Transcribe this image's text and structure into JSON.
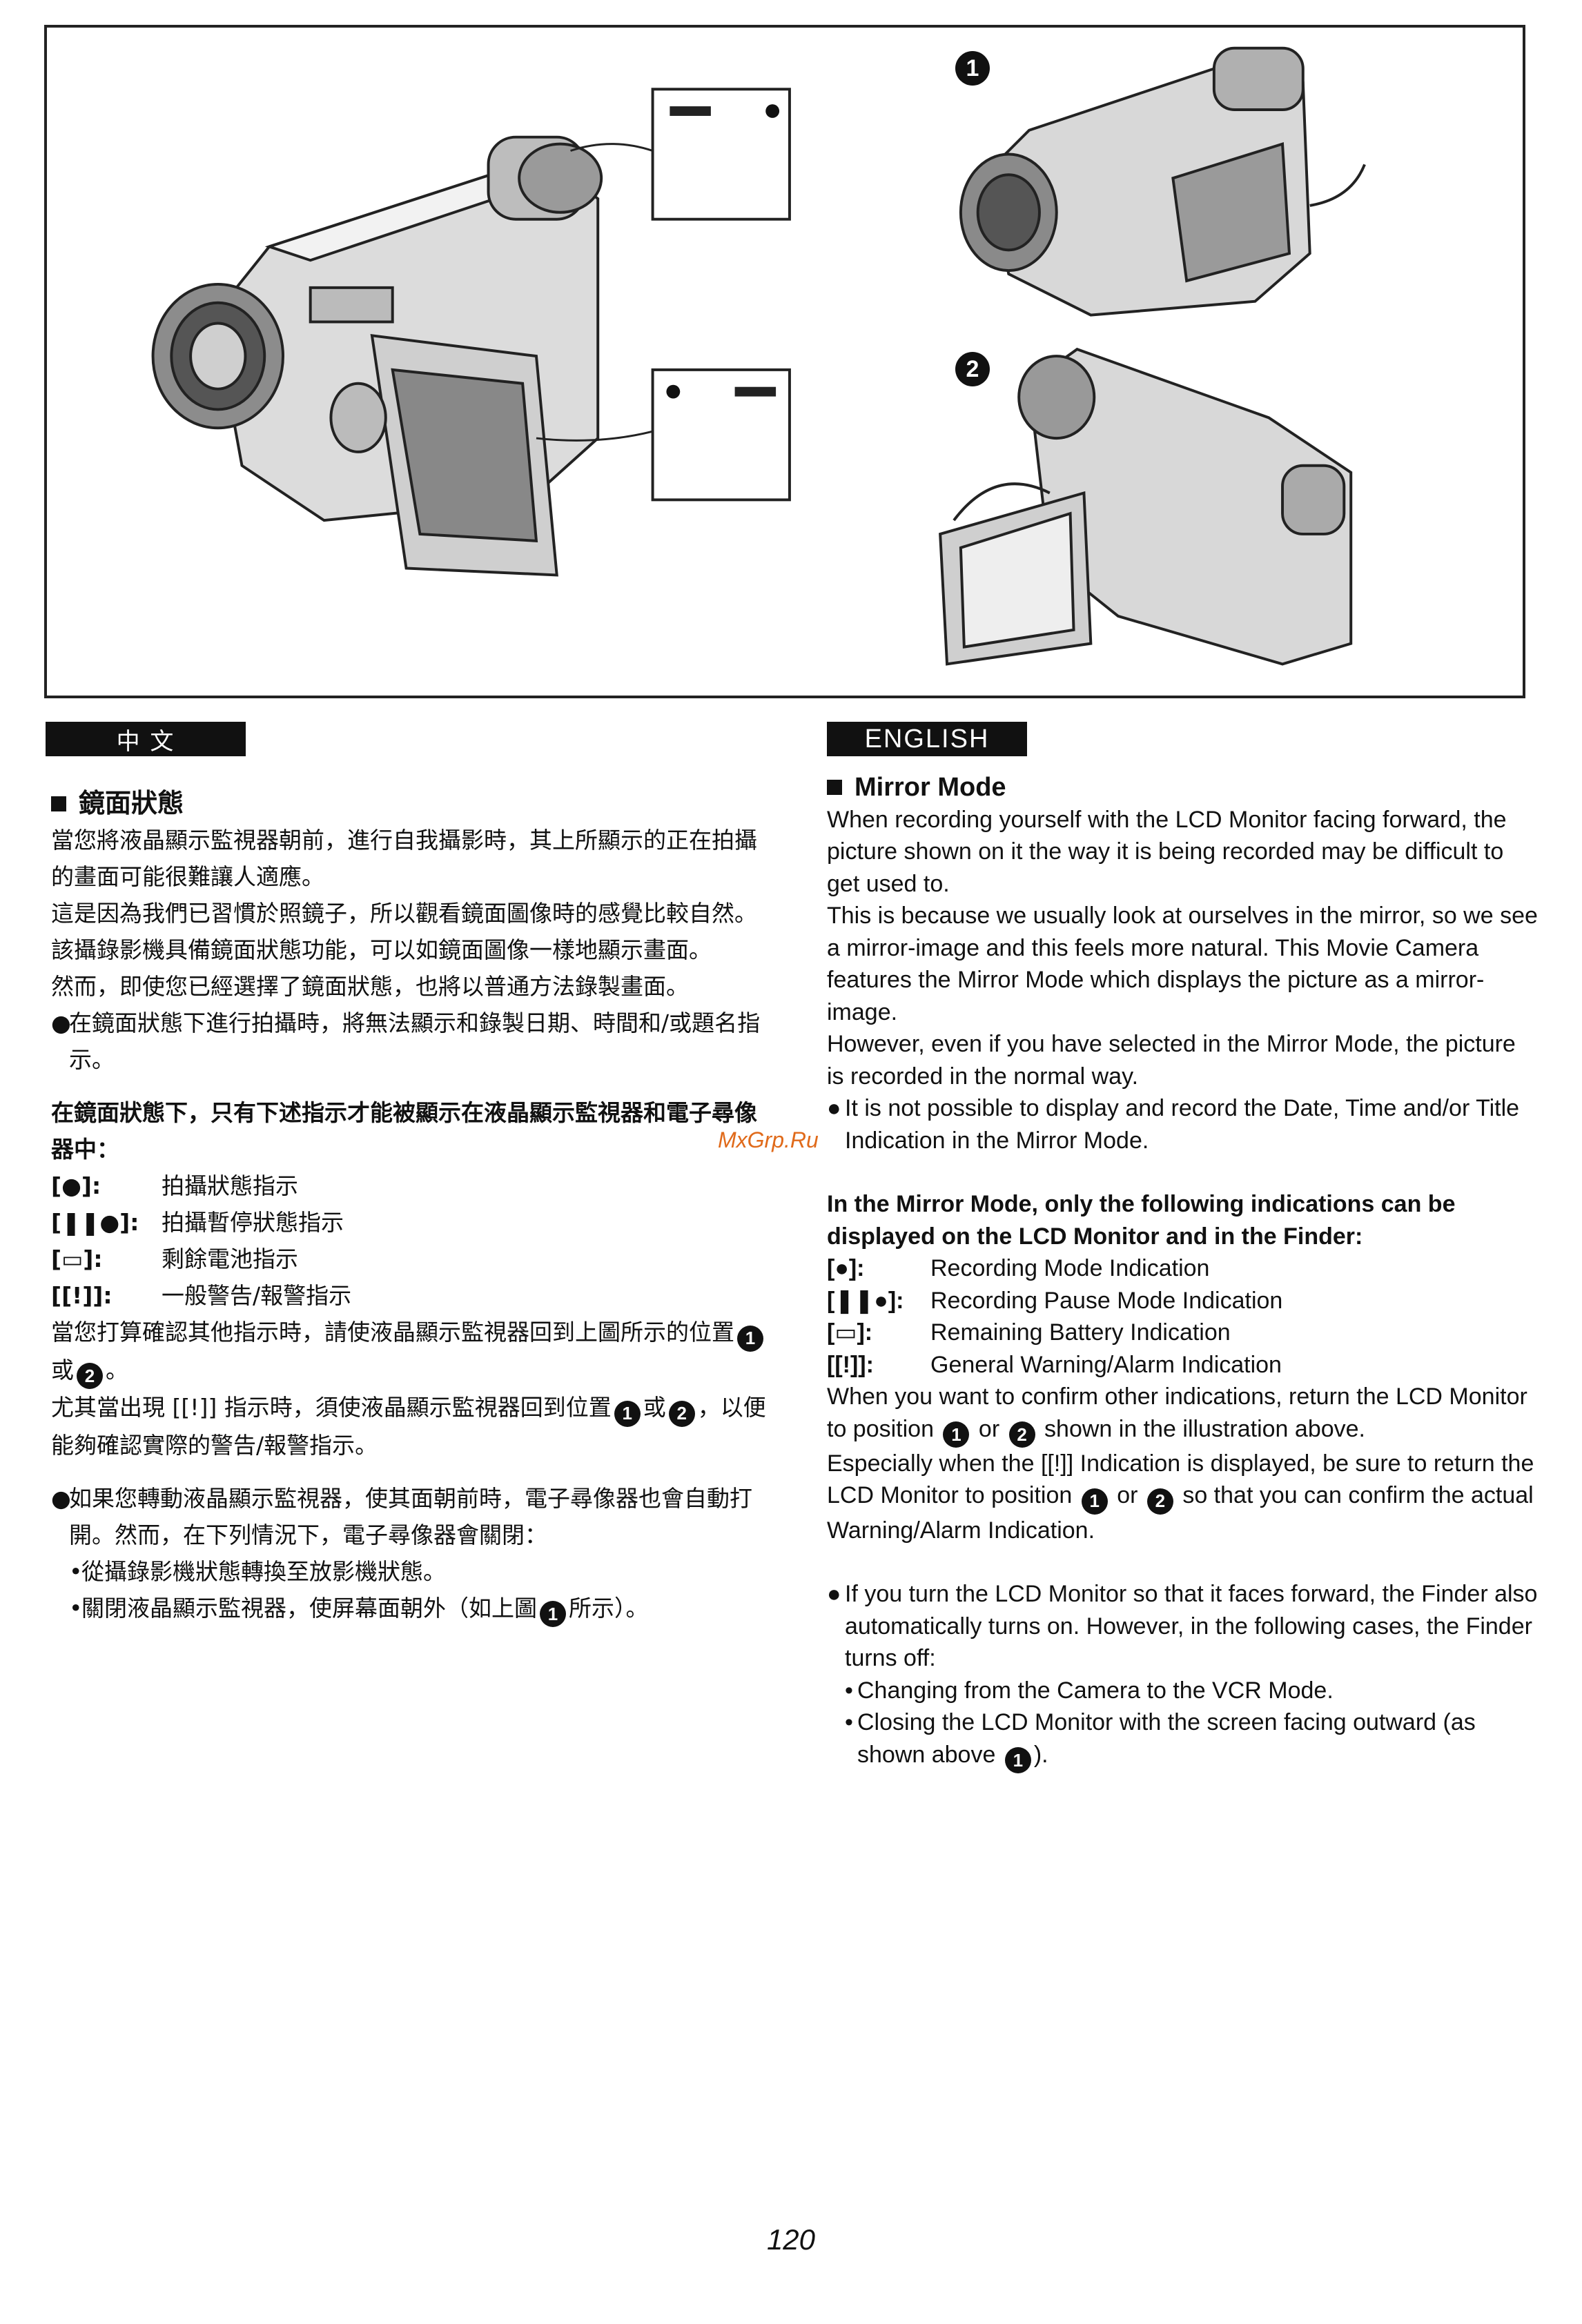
{
  "figure": {
    "position_labels": [
      "1",
      "2"
    ]
  },
  "chinese": {
    "tab_label": "中 文",
    "heading": "鏡面狀態",
    "paragraphs": [
      "當您將液晶顯示監視器朝前，進行自我攝影時，其上所顯示的正在拍攝的畫面可能很難讓人適應。",
      "這是因為我們已習慣於照鏡子，所以觀看鏡面圖像時的感覺比較自然。該攝錄影機具備鏡面狀態功能，可以如鏡面圖像一樣地顯示畫面。",
      "然而，即使您已經選擇了鏡面狀態，也將以普通方法錄製畫面。"
    ],
    "bullet_1": "在鏡面狀態下進行拍攝時，將無法顯示和錄製日期、時間和/或題名指示。",
    "bold_intro": "在鏡面狀態下，只有下述指示才能被顯示在液晶顯示監視器和電子尋像器中：",
    "indications": [
      {
        "key": "[●]:",
        "label": "拍攝狀態指示"
      },
      {
        "key": "[❚❚●]:",
        "label": "拍攝暫停狀態指示"
      },
      {
        "key": "[▭]:",
        "label": "剩餘電池指示"
      },
      {
        "key": "[[!]]:",
        "label": "一般警告/報警指示"
      }
    ],
    "confirm_a": "當您打算確認其他指示時，請使液晶顯示監視器回到上圖所示的位置",
    "confirm_or": "或",
    "confirm_end": "。",
    "warning_a": "尤其當出現 [[!]] 指示時，須使液晶顯示監視器回到位置",
    "warning_or": "或",
    "warning_b": "，以便能夠確認實際的警告/報警指示。",
    "bullet_2": "如果您轉動液晶顯示監視器，使其面朝前時，電子尋像器也會自動打開。然而，在下列情況下，電子尋像器會關閉：",
    "sub_1": "從攝錄影機狀態轉換至放影機狀態。",
    "sub_2a": "關閉液晶顯示監視器，使屏幕面朝外（如上圖",
    "sub_2b": "所示）。"
  },
  "english": {
    "tab_label": "ENGLISH",
    "heading": "Mirror Mode",
    "paragraphs": [
      "When recording yourself with the LCD Monitor facing forward, the picture shown on it the way it is being recorded may be difficult to get used to.",
      "This is because we usually look at ourselves in the mirror, so we see a mirror-image and this feels more natural. This Movie Camera features the Mirror Mode which displays the picture as a mirror-image.",
      "However, even if you have selected in the Mirror Mode, the picture is recorded in the normal way."
    ],
    "bullet_1": "It is not possible to display and record the Date, Time and/or Title Indication in the Mirror Mode.",
    "bold_intro": "In the Mirror Mode, only the following indications can be displayed on the LCD Monitor and in the Finder:",
    "indications": [
      {
        "key": "[●]:",
        "label": "Recording Mode Indication"
      },
      {
        "key": "[❚❚●]:",
        "label": "Recording Pause Mode Indication"
      },
      {
        "key": "[▭]:",
        "label": "Remaining Battery Indication"
      },
      {
        "key": "[[!]]:",
        "label": "General Warning/Alarm Indication"
      }
    ],
    "confirm_a": "When you want to confirm other indications, return the LCD Monitor to position",
    "confirm_or": "or",
    "confirm_b": "shown in the illustration above.",
    "warning_a": "Especially when the [[!]] Indication is displayed, be sure to return the LCD Monitor to position",
    "warning_or": "or",
    "warning_b": "so that you can confirm the actual Warning/Alarm Indication.",
    "bullet_2": "If you turn the LCD Monitor so that it faces forward, the Finder also automatically turns on. However, in the following cases, the Finder turns off:",
    "sub_1": "Changing from the Camera to the VCR Mode.",
    "sub_2a": "Closing the LCD Monitor with the screen facing outward (as shown above",
    "sub_2b": ")."
  },
  "circled": {
    "one": "1",
    "two": "2"
  },
  "page_number": "120",
  "watermark": "MxGrp.Ru"
}
